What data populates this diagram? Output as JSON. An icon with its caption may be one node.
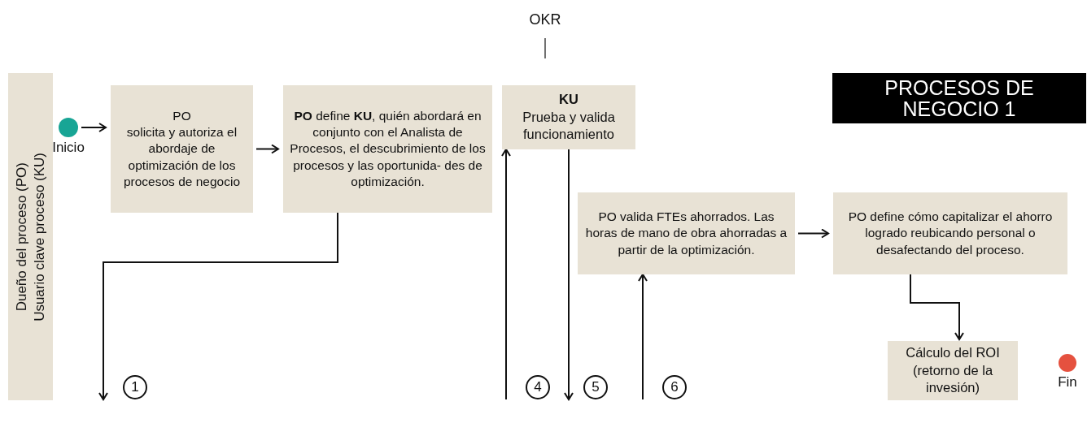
{
  "diagram": {
    "nodes": [
      {
        "text": [
          "Dueño del proceso (PO)",
          "Usuario clave proceso (KU)"
        ]
      },
      {
        "text": [],
        "shape": "circle",
        "beside": [
          "Inicio"
        ]
      },
      {
        "text": [
          "PO",
          "solicita y autoriza el abordaje de optimización de los procesos de negocio"
        ]
      },
      {
        "text": [
          "**PO** define **KU**, quién abordará en conjunto con el Analista de Procesos, el descubrimiento de los procesos y las oportunida- des de optimización."
        ]
      },
      {
        "text": [
          "KU",
          "Prueba y valida funcionamiento"
        ]
      },
      {
        "text": [
          "PROCESOS DE NEGOCIO 1"
        ]
      },
      {
        "text": [
          "PO valida FTEs ahorrados. Las horas de mano de obra ahorradas a partir de la optimización."
        ]
      },
      {
        "text": [
          "PO define cómo capitalizar el ahorro logrado reubicando personal o desafectando del proceso."
        ]
      },
      {
        "text": [
          "1"
        ]
      },
      {
        "text": [
          "4"
        ]
      },
      {
        "text": [
          "5"
        ]
      },
      {
        "text": [
          "6"
        ]
      },
      {
        "text": [
          "Cálculo del ROI (retorno de la invesión)"
        ]
      },
      {
        "text": [],
        "shape": "circle",
        "beside": [
          "Fin"
        ]
      }
    ],
    "edges": [
      {
        "from": 1,
        "to": 2,
        "arrow": "to"
      },
      {
        "from": 2,
        "to": 3,
        "arrow": "to"
      },
      {
        "from": 3,
        "to": 8,
        "arrow": "to"
      },
      {
        "from": 9,
        "to": 4,
        "arrow": "to"
      },
      {
        "from": 4,
        "to": 10,
        "arrow": "to"
      },
      {
        "from": 11,
        "to": 6,
        "arrow": "to"
      },
      {
        "from": 6,
        "to": 7,
        "arrow": "to"
      },
      {
        "from": 7,
        "to": 12,
        "arrow": "to"
      }
    ],
    "labels": [
      "OKR"
    ]
  }
}
